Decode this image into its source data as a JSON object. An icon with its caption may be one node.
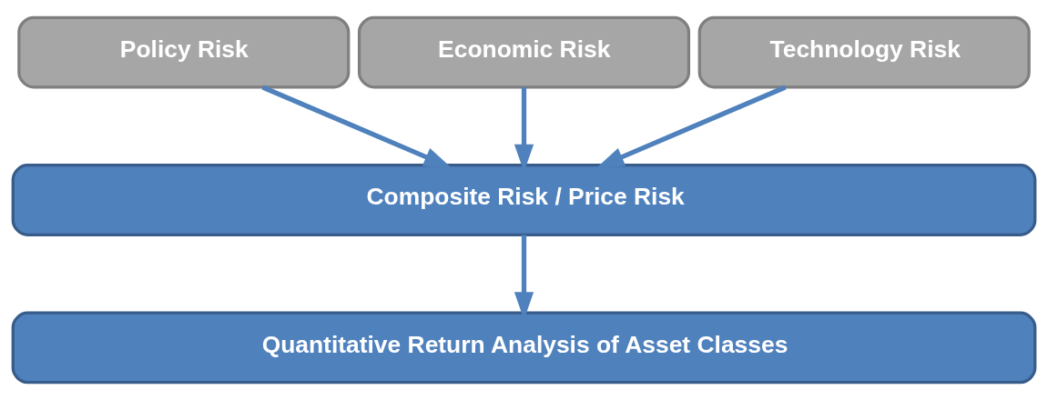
{
  "diagram": {
    "nodes": [
      {
        "text": [
          "Policy Risk"
        ]
      },
      {
        "text": [
          "Economic Risk"
        ]
      },
      {
        "text": [
          "Technology Risk"
        ]
      },
      {
        "text": [
          "Composite Risk / Price Risk"
        ]
      },
      {
        "text": [
          "Quantitative Return Analysis of Asset Classes"
        ]
      }
    ],
    "edges": [
      {
        "from": 0,
        "to": 3,
        "arrow": "to"
      },
      {
        "from": 1,
        "to": 3,
        "arrow": "to"
      },
      {
        "from": 2,
        "to": 3,
        "arrow": "to"
      },
      {
        "from": 3,
        "to": 4,
        "arrow": "to"
      }
    ]
  }
}
